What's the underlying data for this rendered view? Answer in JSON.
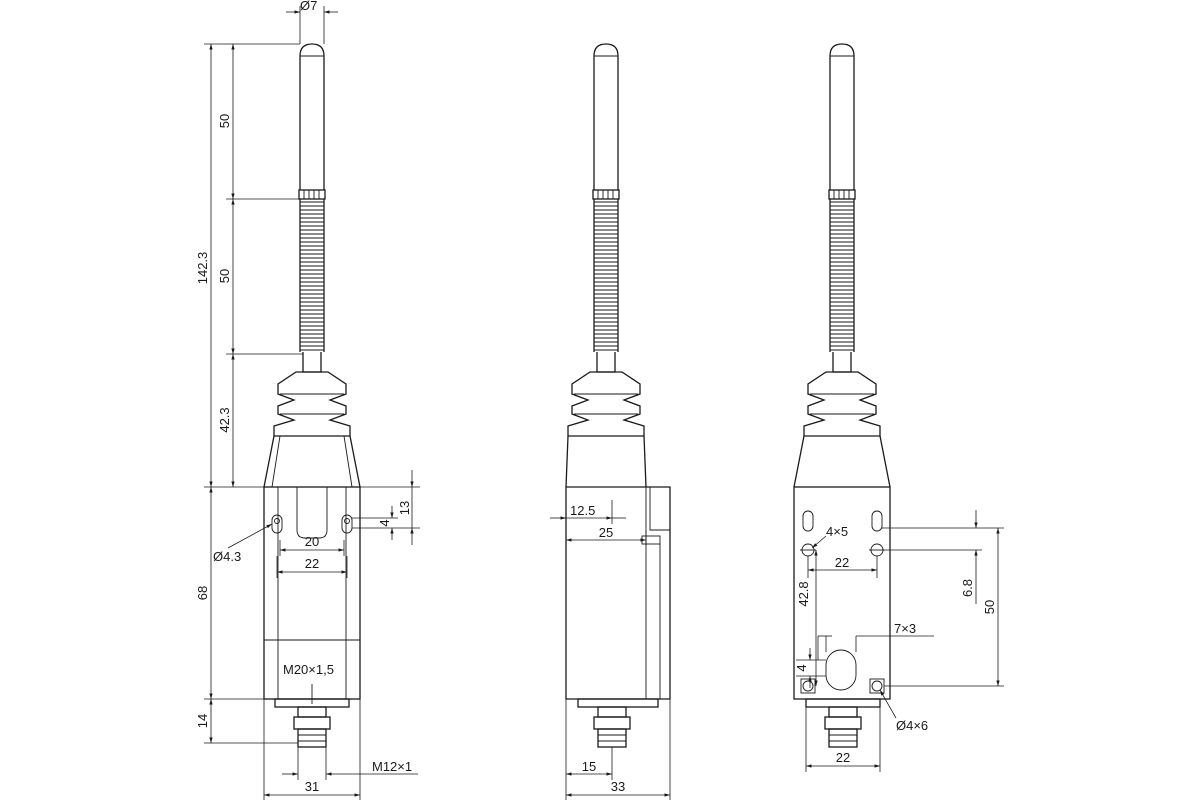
{
  "views": {
    "front": {
      "dims": {
        "rod_diameter": "Ø7",
        "overall_height": "142.3",
        "rod_upper": "50",
        "spring_length": "50",
        "boot_height": "42.3",
        "body_height": "68",
        "slot_offset": "13",
        "slot_length": "4",
        "mount_hole": "Ø4.3",
        "slot_pitch_inner": "20",
        "slot_pitch_outer": "22",
        "conduit_thread": "M20×1,5",
        "gland_height": "14",
        "gland_thread": "M12×1",
        "body_width": "31"
      }
    },
    "side": {
      "dims": {
        "half_depth": "12.5",
        "upper_depth": "25",
        "gland_offset": "15",
        "body_depth": "33"
      }
    },
    "rear": {
      "dims": {
        "upper_holes": "4×5",
        "hole_pitch": "22",
        "hole_distance": "42.8",
        "hole_offset": "6.8",
        "hole_span": "50",
        "slot_size": "7×3",
        "slot_height": "4",
        "lower_holes": "Ø4×6",
        "base_width": "22"
      }
    }
  }
}
